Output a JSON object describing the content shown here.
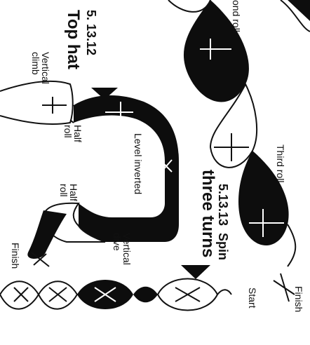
{
  "colors": {
    "ink": "#111111",
    "paper": "#ffffff",
    "ribbon_dark": "#0d0d0d"
  },
  "labels": {
    "second_roll": "ond roll",
    "top_hat_number": "5. 13.12",
    "top_hat_title": "Top  hat",
    "vertical_climb": "Vertical climb",
    "half_roll_1": "Half roll",
    "level_inverted": "Level inverted",
    "half_roll_2": "Half roll",
    "vertical_dive": "Vertical dive",
    "finish_left": "Finish",
    "third_roll": "Third roll",
    "spin_number": "5.13.13",
    "spin_title_1": "Spin",
    "spin_title_2": "three turns",
    "start": "Start",
    "finish_right": "Finish"
  },
  "icons": [
    "airplane-icon",
    "arrow-down-icon"
  ]
}
